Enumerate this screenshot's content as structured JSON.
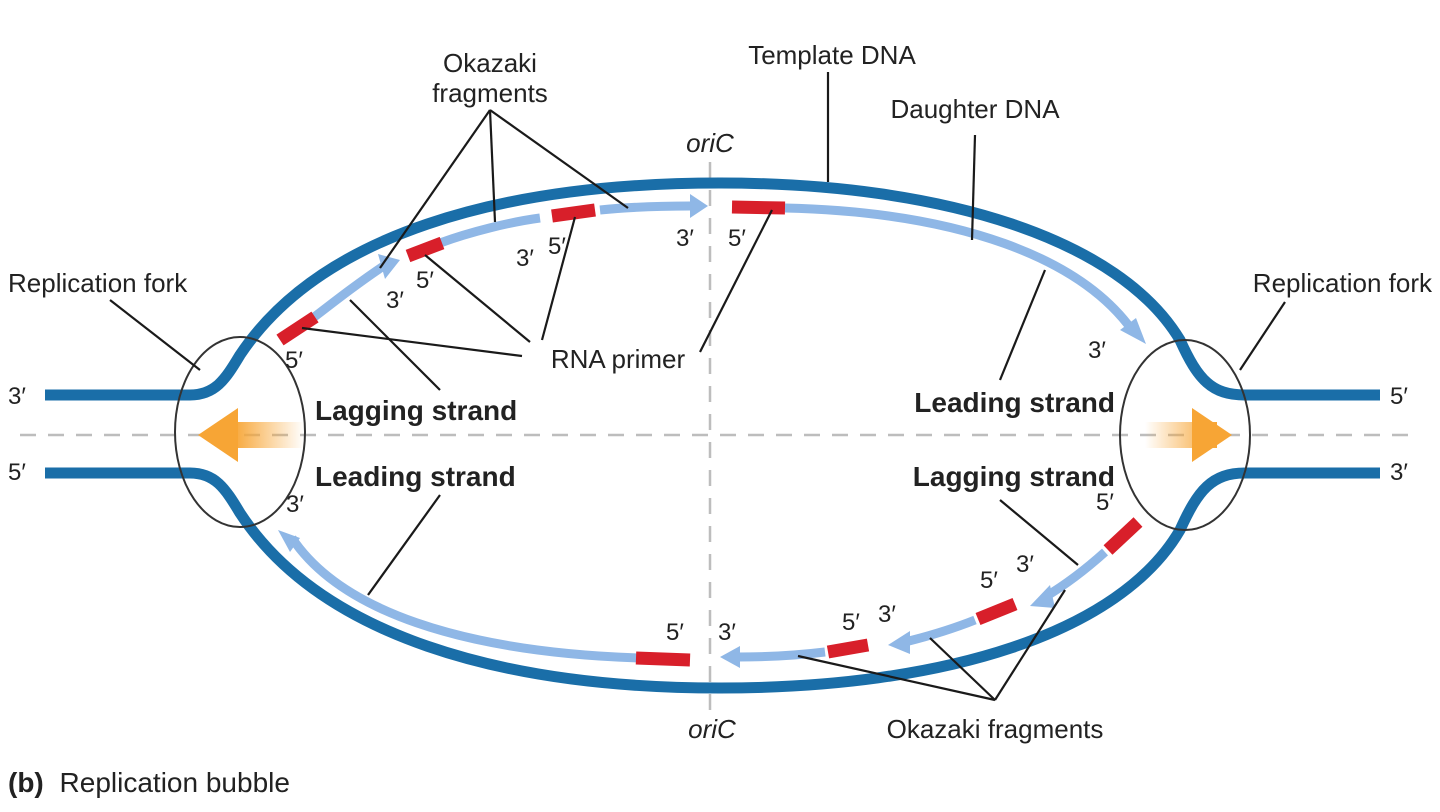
{
  "colors": {
    "template": "#1a6ea8",
    "daughter": "#8fb7e6",
    "primer": "#d81f2a",
    "arrow": "#f7a535",
    "text": "#222222"
  },
  "labels": {
    "okazaki_top_1": "Okazaki",
    "okazaki_top_2": "fragments",
    "template_dna": "Template DNA",
    "daughter_dna": "Daughter DNA",
    "oric_top": "oriC",
    "oric_bottom": "oriC",
    "replication_fork_left": "Replication fork",
    "replication_fork_right": "Replication fork",
    "rna_primer": "RNA primer",
    "lagging_strand_left": "Lagging strand",
    "leading_strand_left": "Leading strand",
    "leading_strand_right": "Leading strand",
    "lagging_strand_right": "Lagging strand",
    "okazaki_bottom": "Okazaki fragments",
    "caption_letter": "(b)",
    "caption_text": "Replication bubble"
  },
  "ends": {
    "left_top": "3′",
    "left_bottom": "5′",
    "right_top": "5′",
    "right_bottom": "3′",
    "tl_5a": "5′",
    "tl_3a": "3′",
    "tl_5b": "5′",
    "tl_3b": "3′",
    "tl_5c": "5′",
    "tl_3c": "3′",
    "tr_5": "5′",
    "tr_3": "3′",
    "bl_3": "3′",
    "bl_5": "5′",
    "br_3a": "3′",
    "br_5a": "5′",
    "br_3b": "3′",
    "br_5b": "5′",
    "br_3c": "3′",
    "br_5c": "5′"
  }
}
